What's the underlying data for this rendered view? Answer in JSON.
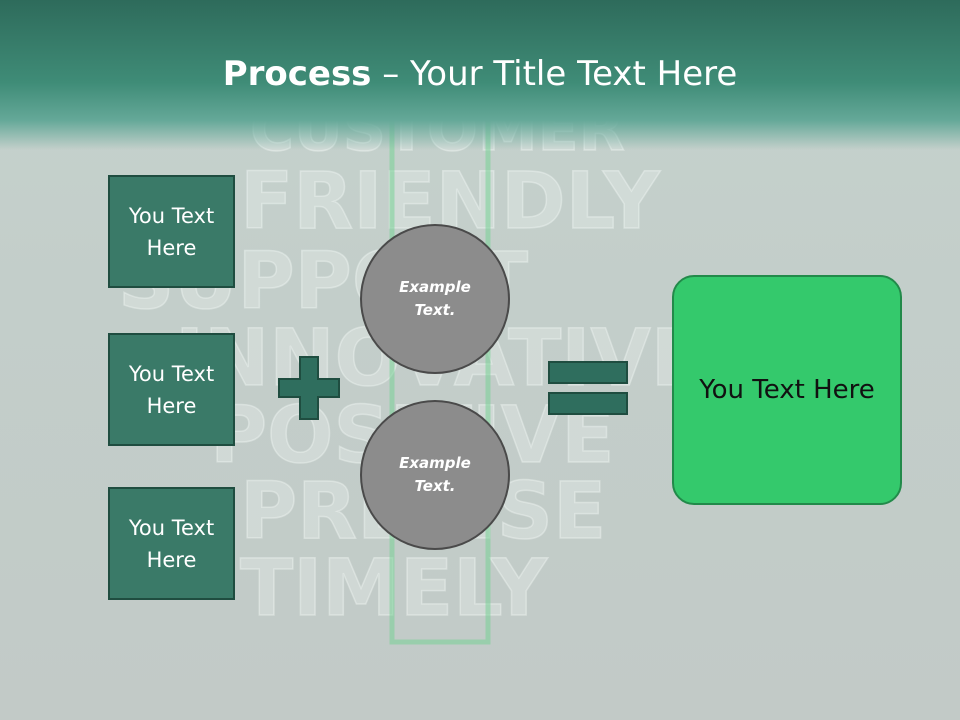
{
  "slide": {
    "title_bold": "Process",
    "title_rest": " – Your Title Text Here"
  },
  "inputs": [
    {
      "line1": "You Text",
      "line2": "Here"
    },
    {
      "line1": "You Text",
      "line2": "Here"
    },
    {
      "line1": "You Text",
      "line2": "Here"
    }
  ],
  "examples": [
    {
      "line1": "Example",
      "line2": "Text."
    },
    {
      "line1": "Example",
      "line2": "Text."
    }
  ],
  "result": {
    "label": "You Text Here"
  },
  "background_words": [
    "CUSTOMER",
    "FRIENDLY",
    "SUPPORT",
    "INNOVATIVE",
    "POSITIVE",
    "PRECISE",
    "TIMELY"
  ],
  "colors": {
    "header": "#3f8c77",
    "box_fill": "#3a7a68",
    "circle_fill": "#8c8c8c",
    "result_fill": "#34c96c",
    "symbol": "#2f6e5e"
  }
}
